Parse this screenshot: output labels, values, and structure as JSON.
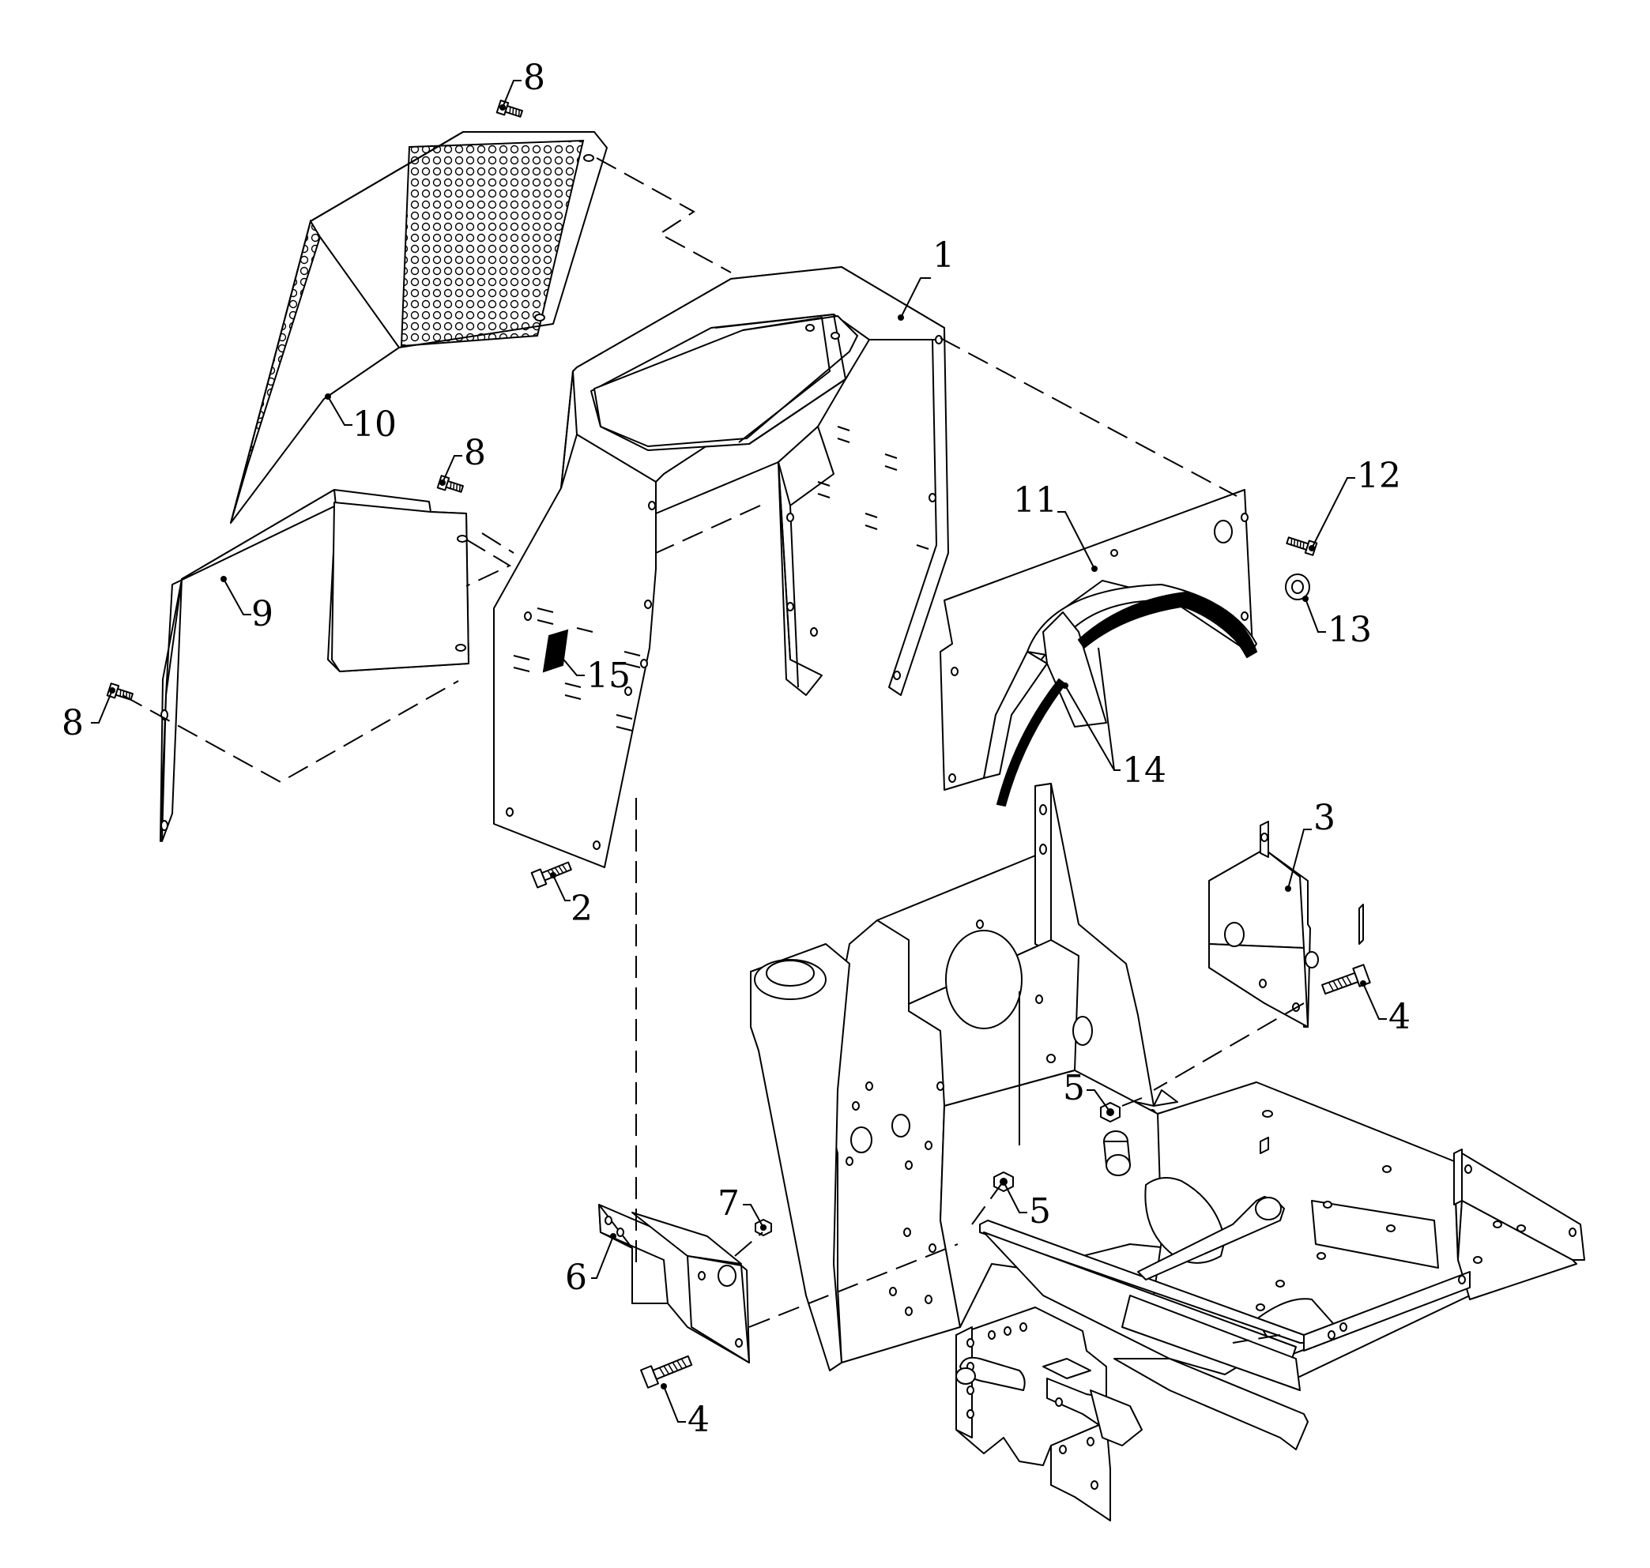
{
  "callouts": [
    {
      "id": "1",
      "label": "1",
      "part": "console-frame"
    },
    {
      "id": "2",
      "label": "2",
      "part": "bolt"
    },
    {
      "id": "3",
      "label": "3",
      "part": "bracket"
    },
    {
      "id": "4a",
      "label": "4",
      "part": "bolt"
    },
    {
      "id": "4b",
      "label": "4",
      "part": "bolt"
    },
    {
      "id": "5a",
      "label": "5",
      "part": "nut"
    },
    {
      "id": "5b",
      "label": "5",
      "part": "nut"
    },
    {
      "id": "6",
      "label": "6",
      "part": "bracket"
    },
    {
      "id": "7",
      "label": "7",
      "part": "nut"
    },
    {
      "id": "8a",
      "label": "8",
      "part": "screw"
    },
    {
      "id": "8b",
      "label": "8",
      "part": "screw"
    },
    {
      "id": "8c",
      "label": "8",
      "part": "screw"
    },
    {
      "id": "9",
      "label": "9",
      "part": "side-panel"
    },
    {
      "id": "10",
      "label": "10",
      "part": "screen-panel"
    },
    {
      "id": "11",
      "label": "11",
      "part": "rear-plate"
    },
    {
      "id": "12",
      "label": "12",
      "part": "screw"
    },
    {
      "id": "13",
      "label": "13",
      "part": "washer"
    },
    {
      "id": "14",
      "label": "14",
      "part": "edge-trim"
    },
    {
      "id": "15",
      "label": "15",
      "part": "decal"
    }
  ],
  "colors": {
    "line": "#000000",
    "background": "#ffffff"
  }
}
